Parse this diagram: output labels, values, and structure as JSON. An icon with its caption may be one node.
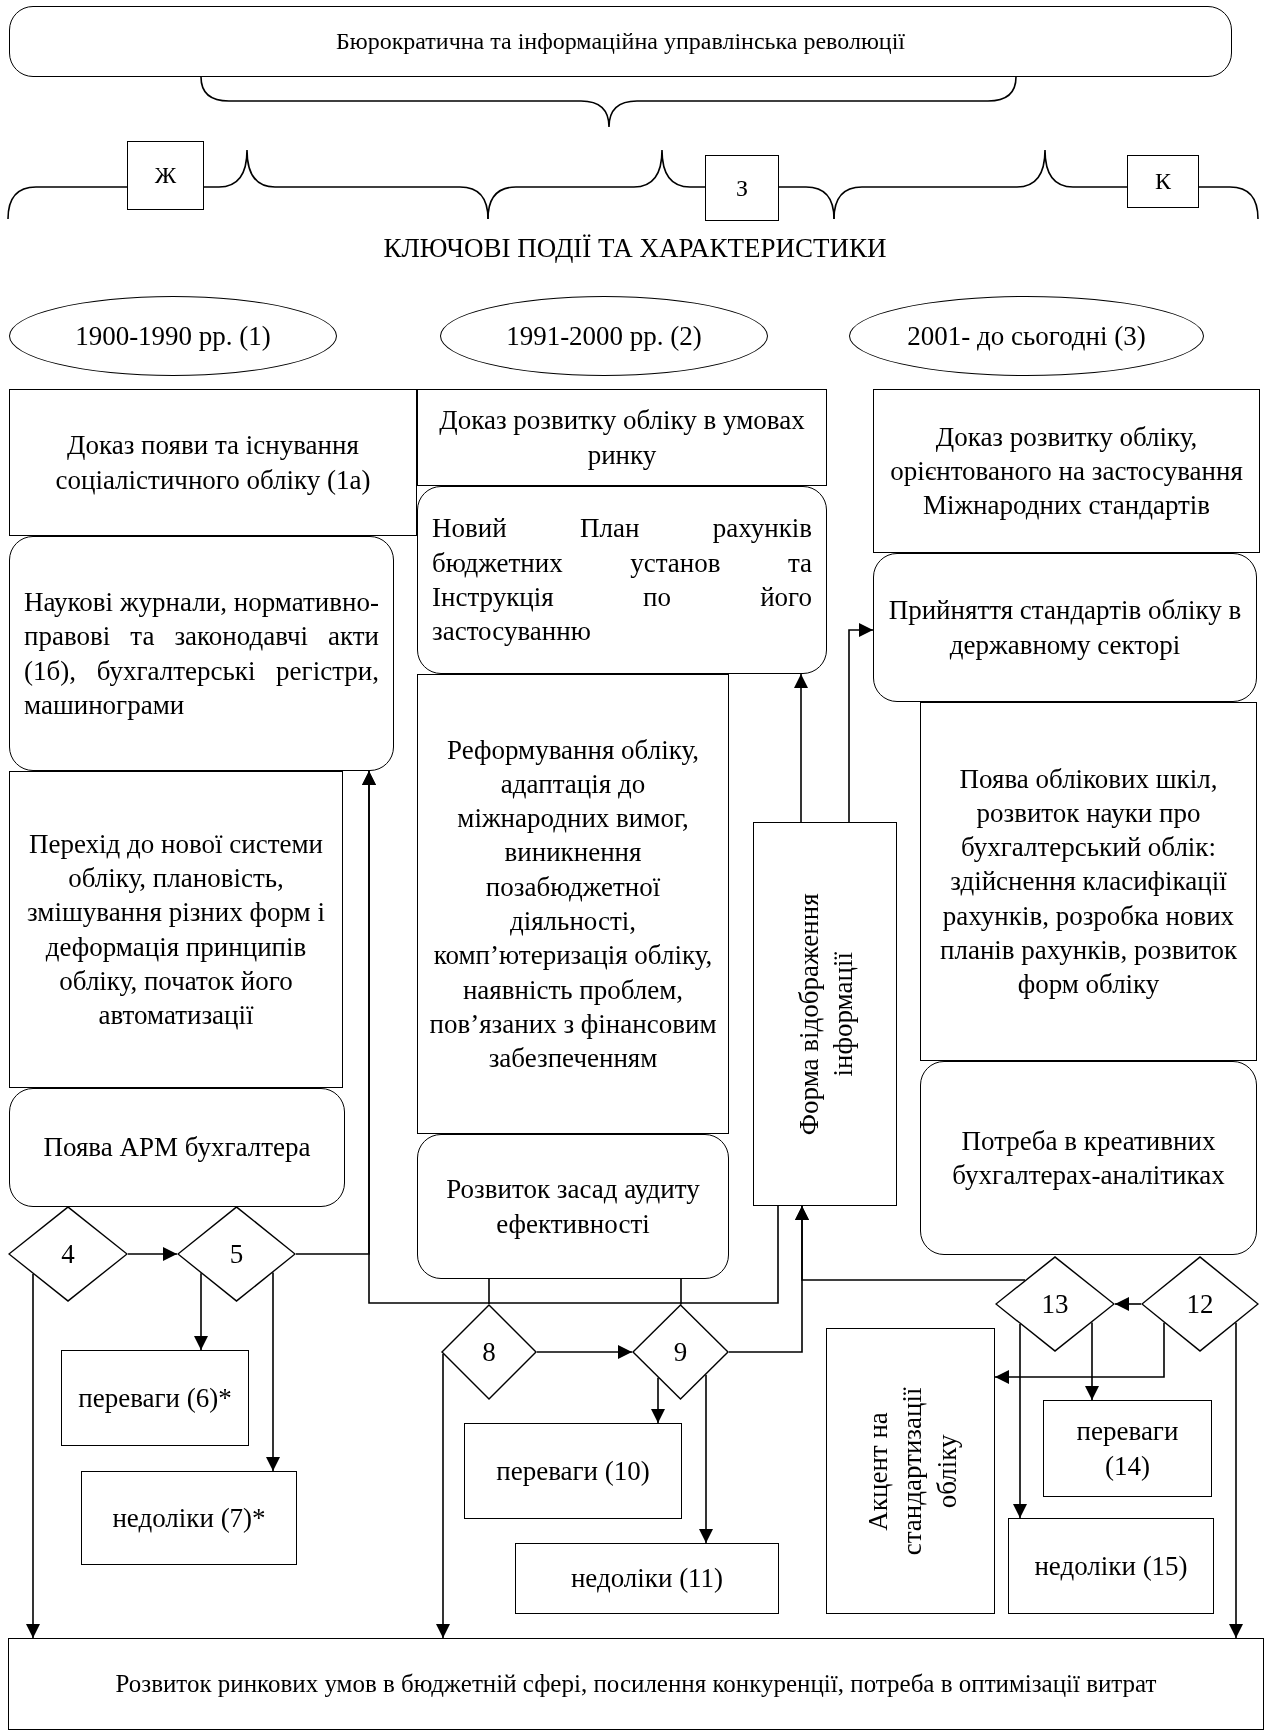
{
  "diagram": {
    "nodes": [
      {
        "text": [
          "Бюрократична та інформаційна управлінська революції"
        ]
      },
      {
        "text": [
          "Ж"
        ]
      },
      {
        "text": [
          "З"
        ]
      },
      {
        "text": [
          "К"
        ]
      },
      {
        "text": [
          "1900-1990 рр. (1)"
        ]
      },
      {
        "text": [
          "1991-2000 рр. (2)"
        ]
      },
      {
        "text": [
          "2001- до сьогодні (3)"
        ]
      },
      {
        "text": [
          "Доказ появи та існування соціалістичного обліку (1а)"
        ]
      },
      {
        "text": [
          "Доказ розвитку обліку в умовах ринку"
        ]
      },
      {
        "text": [
          "Доказ розвитку обліку, орієнтованого на застосування Міжнародних стандартів"
        ]
      },
      {
        "text": [
          "Наукові журнали, нормативно-правові та законодавчі акти (1б), бухгалтерські регістри, машинограми"
        ]
      },
      {
        "text": [
          "Новий План рахунків бюджетних установ та Інструкція по його застосуванню"
        ]
      },
      {
        "text": [
          "Прийняття стандартів обліку в державному секторі"
        ]
      },
      {
        "text": [
          "Перехід до нової системи обліку, плановість, змішування різних форм і деформація принципів обліку, початок його автоматизації"
        ]
      },
      {
        "text": [
          "Реформування обліку, адаптація до міжнародних вимог, виникнення позабюджетної діяльності, комп’ютеризація обліку, наявність проблем, пов’язаних з фінансовим забезпеченням"
        ]
      },
      {
        "text": [
          "Форма відображення інформації"
        ]
      },
      {
        "text": [
          "Поява облікових шкіл, розвиток науки про бухгалтерський облік: здійснення класифікації рахунків, розробка нових планів рахунків, розвиток форм обліку"
        ]
      },
      {
        "text": [
          "Поява АРМ бухгалтера"
        ]
      },
      {
        "text": [
          "Розвиток засад аудиту ефективності"
        ]
      },
      {
        "text": [
          "Потреба в креативних бухгалтерах-аналітиках"
        ]
      },
      {
        "text": [
          "4"
        ]
      },
      {
        "text": [
          "5"
        ]
      },
      {
        "text": [
          "13"
        ]
      },
      {
        "text": [
          "12"
        ]
      },
      {
        "text": [
          "8"
        ]
      },
      {
        "text": [
          "9"
        ]
      },
      {
        "text": [
          "переваги (6)*"
        ]
      },
      {
        "text": [
          "Акцент на стандартизації обліку"
        ]
      },
      {
        "text": [
          "переваги (14)"
        ]
      },
      {
        "text": [
          "переваги (10)"
        ]
      },
      {
        "text": [
          "недоліки (7)*"
        ]
      },
      {
        "text": [
          "недоліки (11)"
        ]
      },
      {
        "text": [
          "недоліки (15)"
        ]
      },
      {
        "text": [
          "Розвиток ринкових умов в бюджетній сфері, посилення конкуренції, потреба в оптимізації витрат"
        ]
      }
    ],
    "edges": [
      {
        "from": 20,
        "to": 21,
        "arrow": "to"
      },
      {
        "from": 21,
        "to": 10,
        "arrow": "to"
      },
      {
        "from": 15,
        "to": 10,
        "arrow": "to"
      },
      {
        "from": 18,
        "to": 24,
        "arrow": "none"
      },
      {
        "from": 18,
        "to": 25,
        "arrow": "none"
      },
      {
        "from": 24,
        "to": 25,
        "arrow": "to"
      },
      {
        "from": 25,
        "to": 15,
        "arrow": "to"
      },
      {
        "from": 22,
        "to": 15,
        "arrow": "to"
      },
      {
        "from": 15,
        "to": 11,
        "arrow": "to"
      },
      {
        "from": 15,
        "to": 12,
        "arrow": "to"
      },
      {
        "from": 23,
        "to": 22,
        "arrow": "to"
      },
      {
        "from": 21,
        "to": 26,
        "arrow": "to"
      },
      {
        "from": 21,
        "to": 30,
        "arrow": "to"
      },
      {
        "from": 20,
        "to": 33,
        "arrow": "to"
      },
      {
        "from": 24,
        "to": 33,
        "arrow": "to"
      },
      {
        "from": 25,
        "to": 29,
        "arrow": "to"
      },
      {
        "from": 25,
        "to": 31,
        "arrow": "to"
      },
      {
        "from": 22,
        "to": 28,
        "arrow": "to"
      },
      {
        "from": 22,
        "to": 32,
        "arrow": "to"
      },
      {
        "from": 23,
        "to": 27,
        "arrow": "to"
      },
      {
        "from": 23,
        "to": 33,
        "arrow": "to"
      }
    ],
    "labels": [
      "КЛЮЧОВІ ПОДІЇ ТА ХАРАКТЕРИСТИКИ"
    ]
  }
}
